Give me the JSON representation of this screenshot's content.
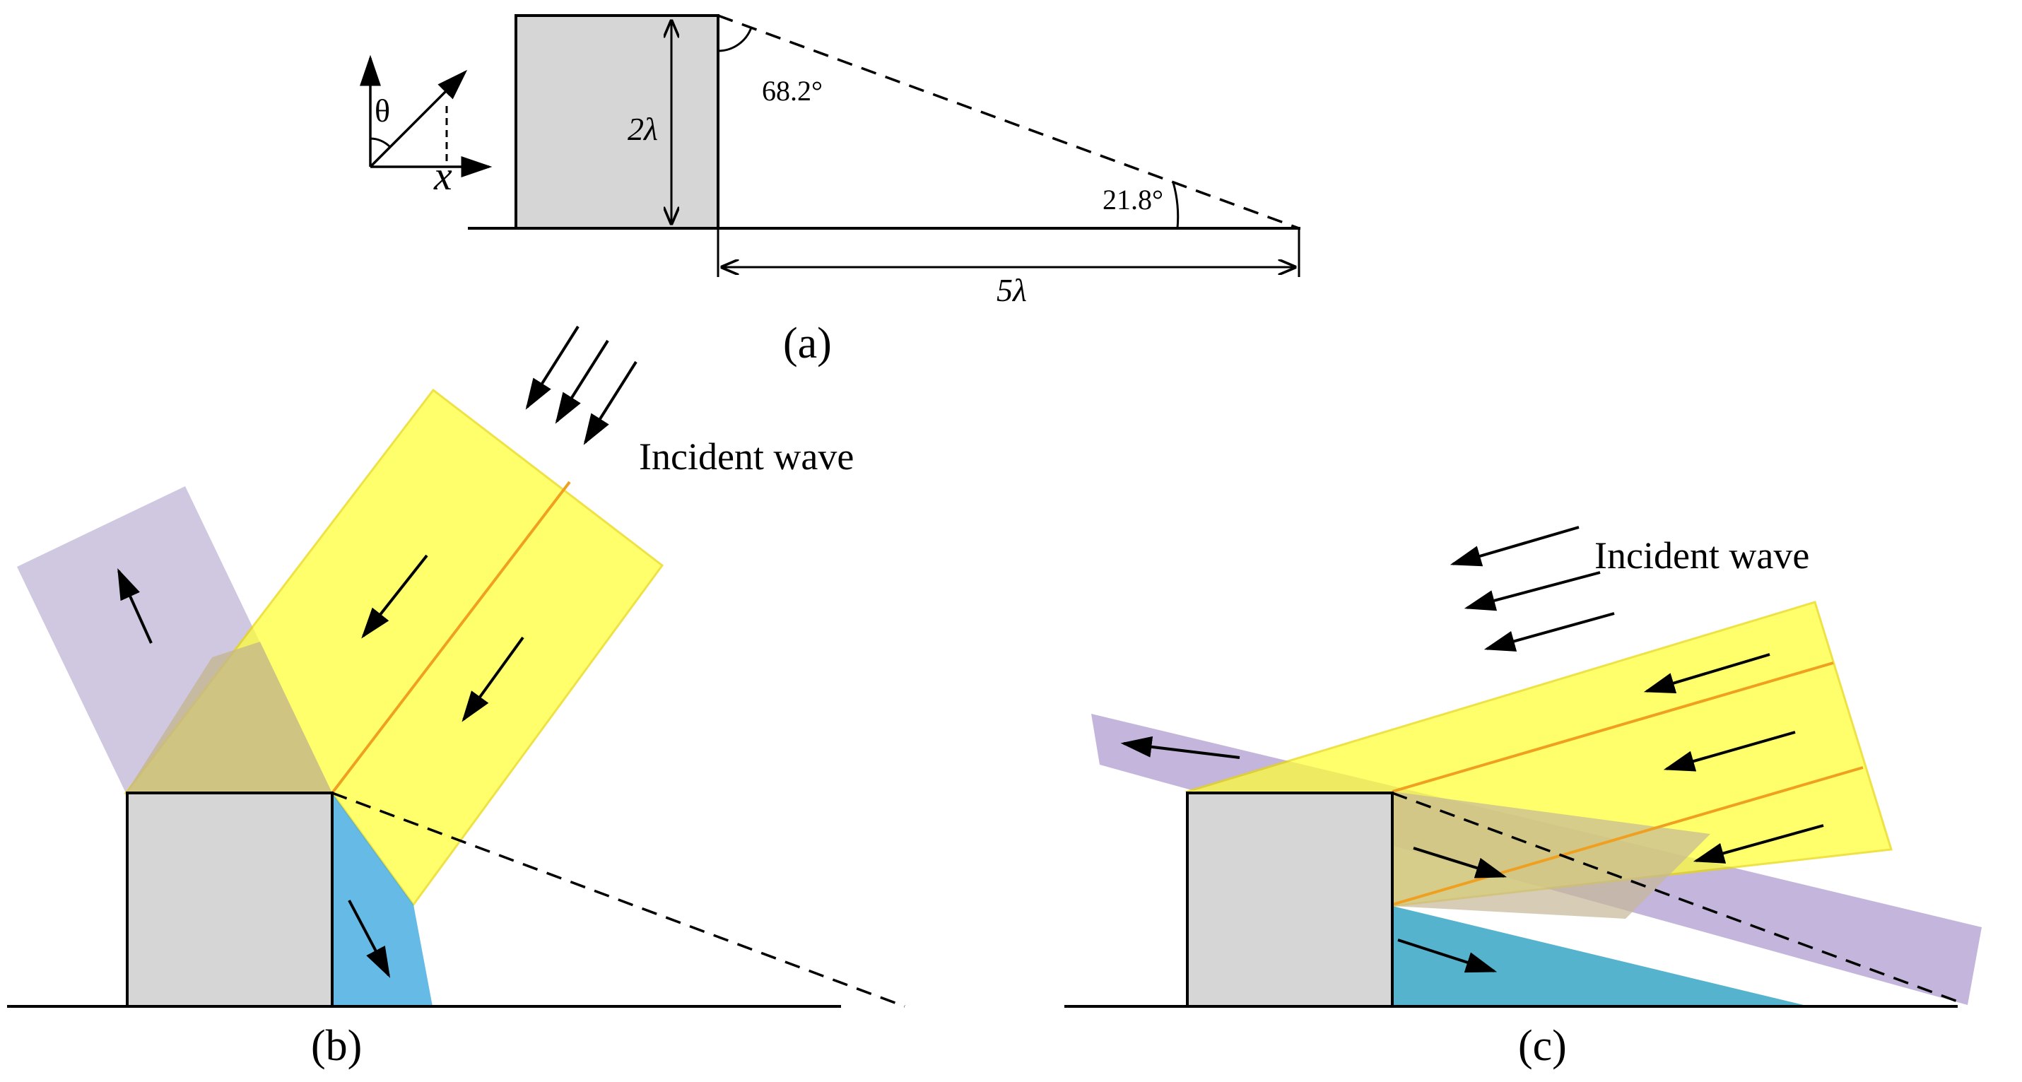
{
  "colors": {
    "block": "#d6d6d6",
    "stroke": "#000000",
    "incident_beam": "#ffff33",
    "incident_beam_edge": "#e8d800",
    "reflected_beam": "#b9a8d6",
    "overlap": "#c7b98a",
    "shadow_zone": "#3fa9e0",
    "shadow_zone_c": "#2aa0c0",
    "orange_line": "#f0a020"
  },
  "panel_a": {
    "caption": "(a)",
    "height_label": "2λ",
    "length_label": "5λ",
    "top_angle_label": "68.2°",
    "bottom_angle_label": "21.8°",
    "theta_symbol": "θ",
    "axis_label": "x"
  },
  "panel_b": {
    "caption": "(b)",
    "incident_label": "Incident wave"
  },
  "panel_c": {
    "caption": "(c)",
    "incident_label": "Incident wave"
  }
}
